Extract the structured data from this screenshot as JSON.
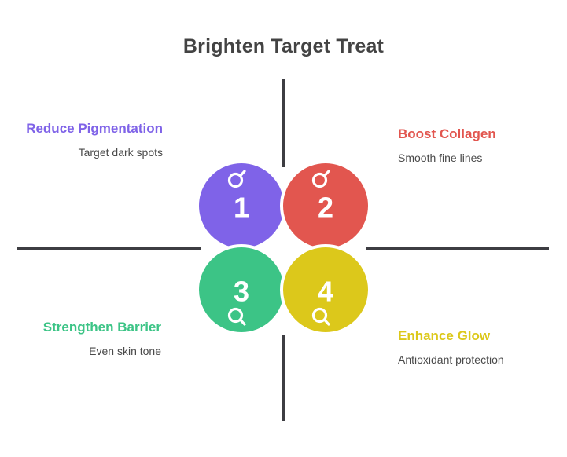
{
  "title": "Brighten Target Treat",
  "colors": {
    "purple": "#7f63e8",
    "red": "#e2564f",
    "green": "#3cc486",
    "yellow": "#dcc81b",
    "title_text": "#434343",
    "sub_text": "#4a4a4a",
    "axis": "#3d3d42",
    "background": "#ffffff"
  },
  "chart_data": {
    "type": "diagram",
    "title": "Brighten Target Treat",
    "layout": "four overlapping circles on a quadrant cross, one label block per quadrant",
    "items": [
      {
        "number": "1",
        "heading": "Reduce Pigmentation",
        "subtitle": "Target dark spots",
        "color": "#7f63e8",
        "quadrant": "top-left",
        "marker": "pin-icon"
      },
      {
        "number": "2",
        "heading": "Boost Collagen",
        "subtitle": "Smooth fine lines",
        "color": "#e2564f",
        "quadrant": "top-right",
        "marker": "pin-icon"
      },
      {
        "number": "3",
        "heading": "Strengthen Barrier",
        "subtitle": "Even skin tone",
        "color": "#3cc486",
        "quadrant": "bottom-left",
        "marker": "pin-icon"
      },
      {
        "number": "4",
        "heading": "Enhance Glow",
        "subtitle": "Antioxidant protection",
        "color": "#dcc81b",
        "quadrant": "bottom-right",
        "marker": "pin-icon"
      }
    ]
  }
}
